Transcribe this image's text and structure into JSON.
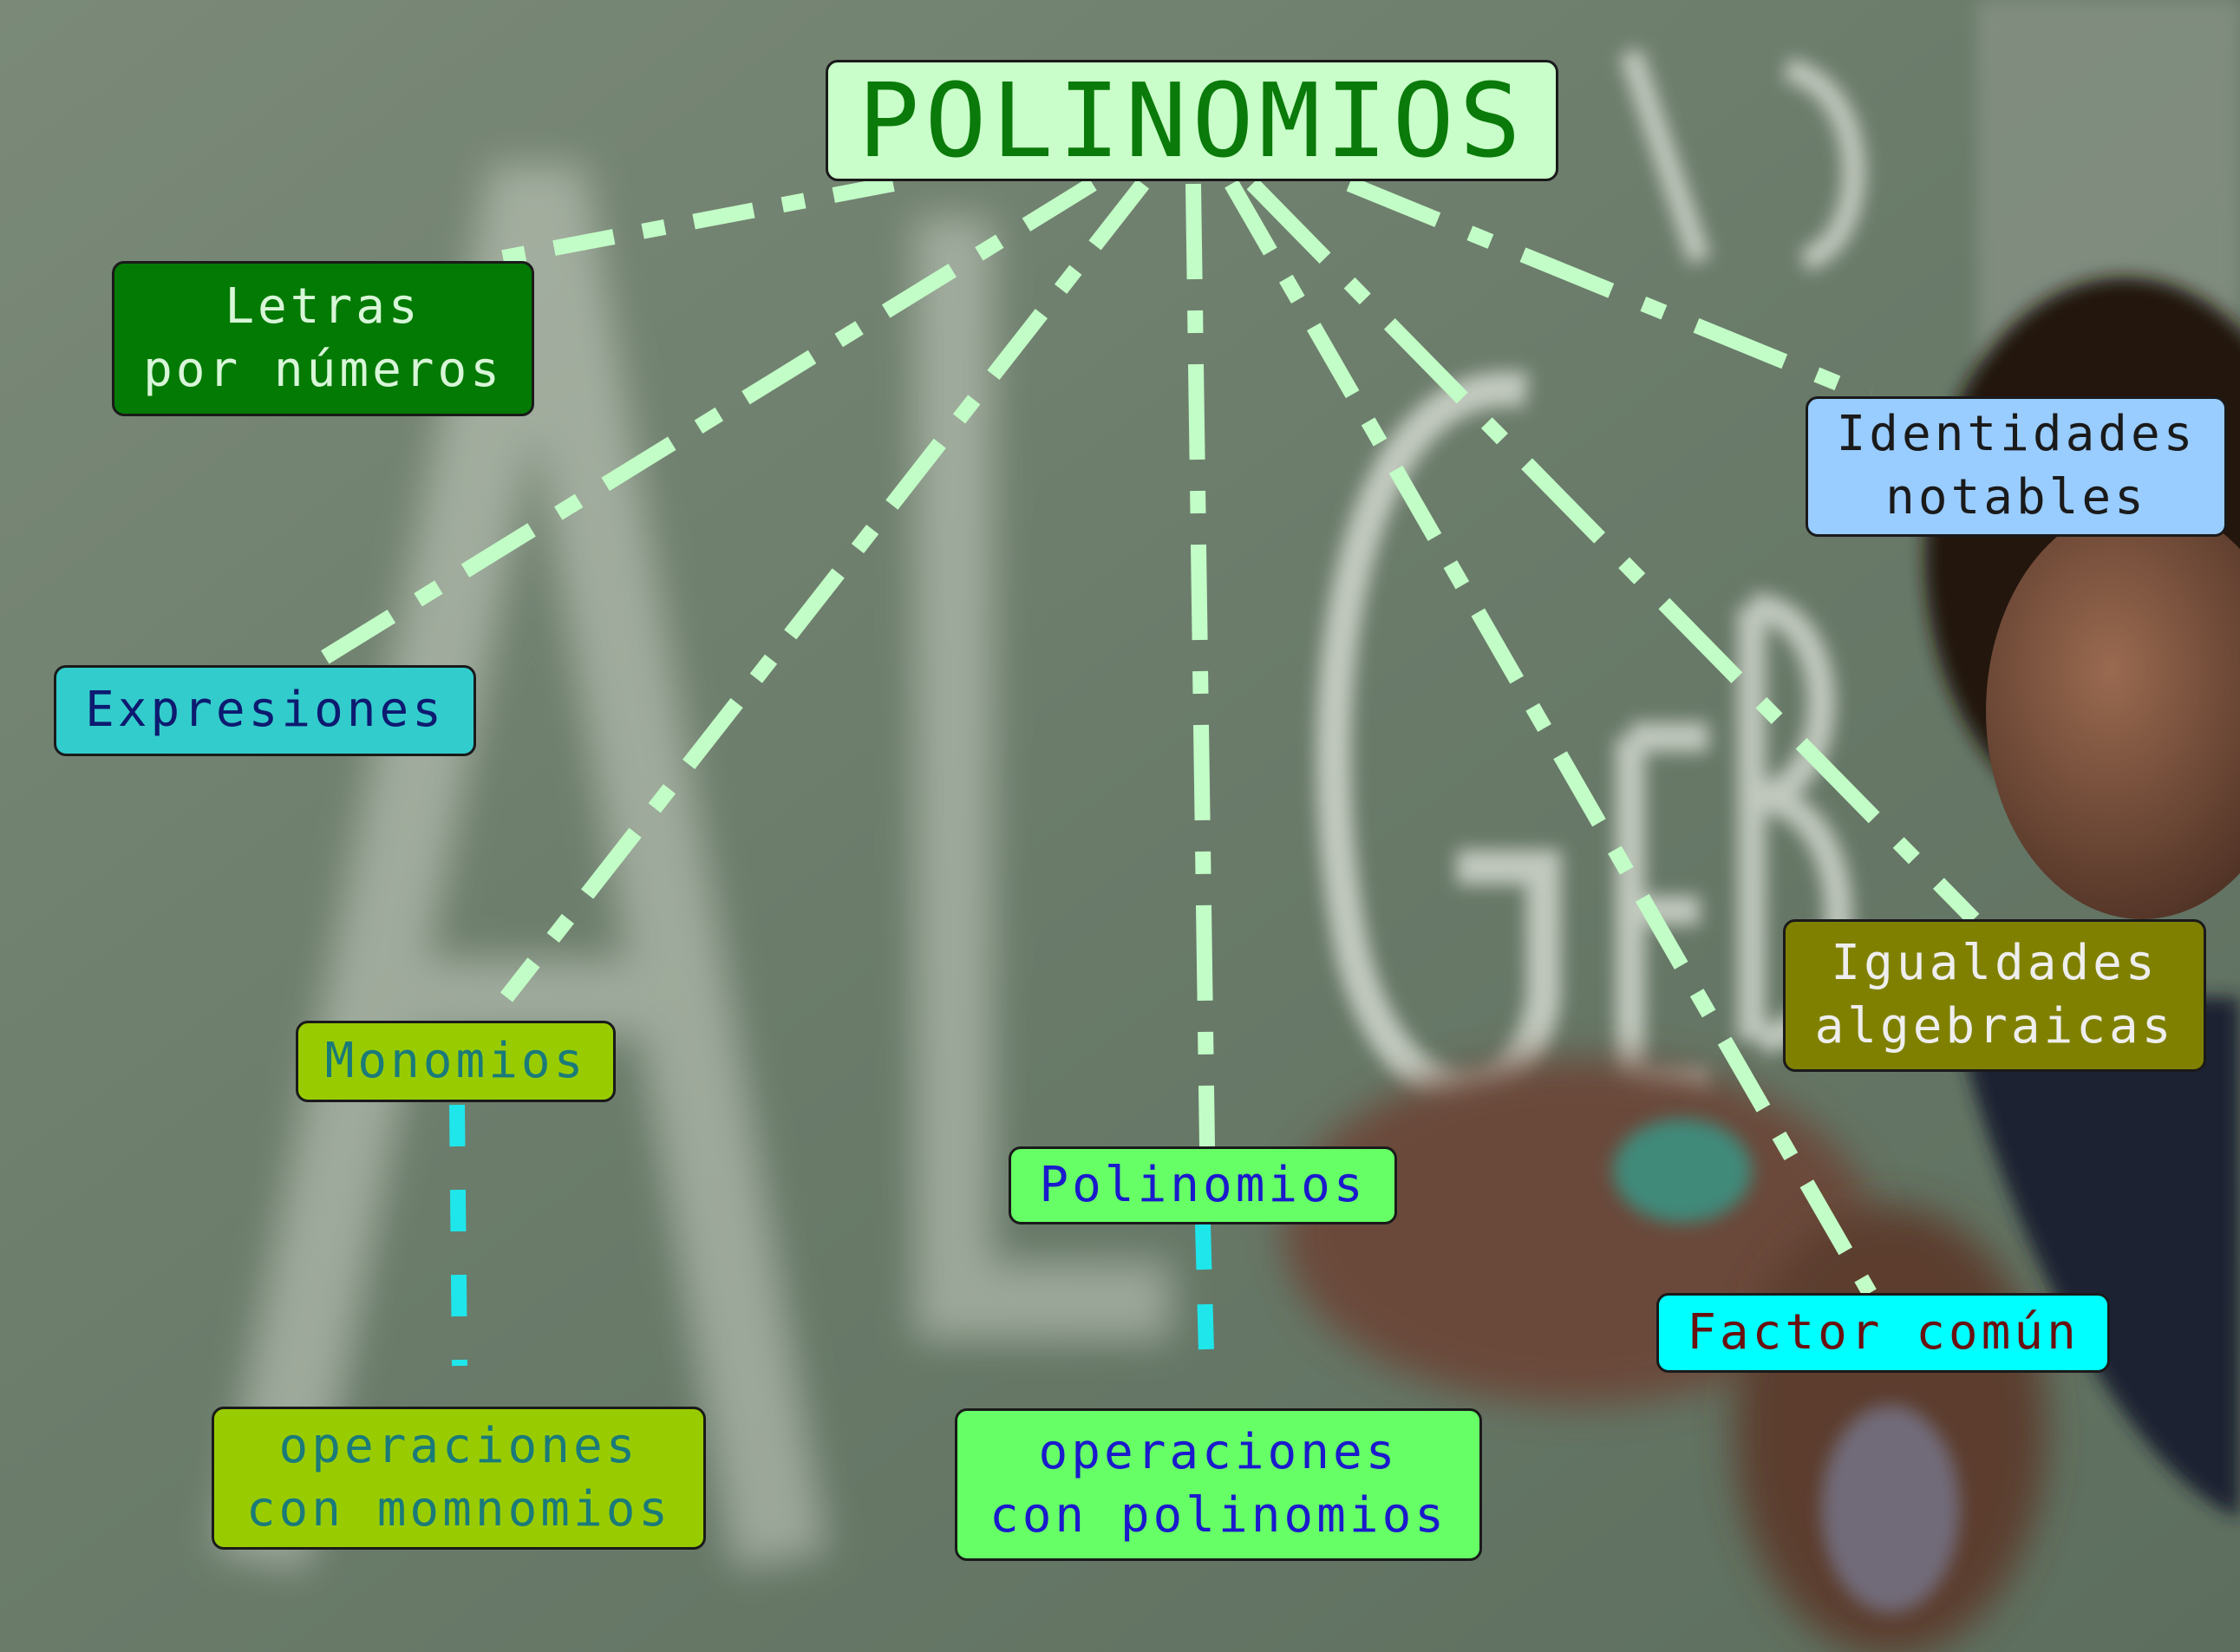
{
  "colors": {
    "connector": "#c2fcc6",
    "connector_secondary": "#1fe6ea",
    "board": "#6c7d6c"
  },
  "nodes": {
    "root": {
      "label": "POLINOMIOS",
      "fill": "#c9fdc9",
      "text": "#0a7a0a"
    },
    "letras": {
      "label": "Letras\npor números",
      "fill": "#037a03",
      "text": "#d8f6d8"
    },
    "expresiones": {
      "label": "Expresiones",
      "fill": "#33cccc",
      "text": "#0d1a70"
    },
    "monomios": {
      "label": "Monomios",
      "fill": "#99cc00",
      "text": "#1a7a7a"
    },
    "op_monomios": {
      "label": "operaciones\ncon momnomios",
      "fill": "#99cc00",
      "text": "#1a7a7a"
    },
    "polinomios": {
      "label": "Polinomios",
      "fill": "#66ff66",
      "text": "#1a1acc"
    },
    "op_polinomios": {
      "label": "operaciones\ncon polinomios",
      "fill": "#66ff66",
      "text": "#1a1acc"
    },
    "identidades": {
      "label": "Identidades\nnotables",
      "fill": "#99ccff",
      "text": "#1a1a1a"
    },
    "igualdades": {
      "label": "Igualdades\nalgebraicas",
      "fill": "#808000",
      "text": "#eeeeee"
    },
    "factor": {
      "label": "Factor común",
      "fill": "#00ffff",
      "text": "#6a1010"
    }
  }
}
